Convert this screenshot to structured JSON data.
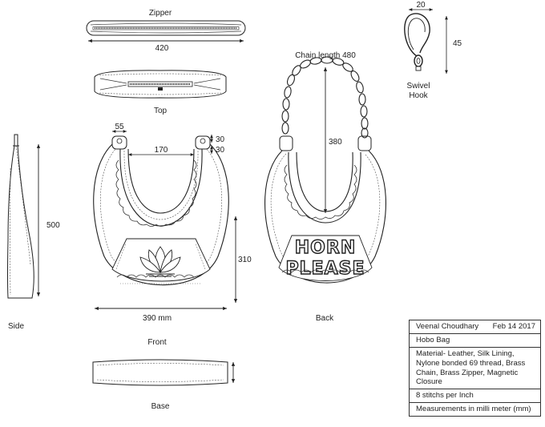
{
  "labels": {
    "zipper": "Zipper",
    "zipper_width": "420",
    "top": "Top",
    "side": "Side",
    "side_height": "500",
    "front": "Front",
    "base": "Base",
    "back": "Back",
    "handle_width": "55",
    "handle_gap": "170",
    "ring_a": "30",
    "ring_b": "30",
    "front_height": "310",
    "front_width": "390 mm",
    "chain_length": "Chain length 480",
    "chain_drop": "380",
    "hook_width": "20",
    "hook_height": "45",
    "hook_name_line1": "Swivel",
    "hook_name_line2": "Hook",
    "back_text_line1": "HORN",
    "back_text_line2": "PLEASE"
  },
  "spec": {
    "designer": "Veenal Choudhary",
    "date": "Feb 14 2017",
    "product": "Hobo Bag",
    "material_line1": "Material- Leather, Silk Lining,",
    "material_line2": "Nylone bonded 69 thread, Brass",
    "material_line3": "Chain, Brass Zipper, Magnetic",
    "material_line4": "Closure",
    "stitch": "8 stitchs per Inch",
    "units": "Measurements in milli meter (mm)"
  }
}
